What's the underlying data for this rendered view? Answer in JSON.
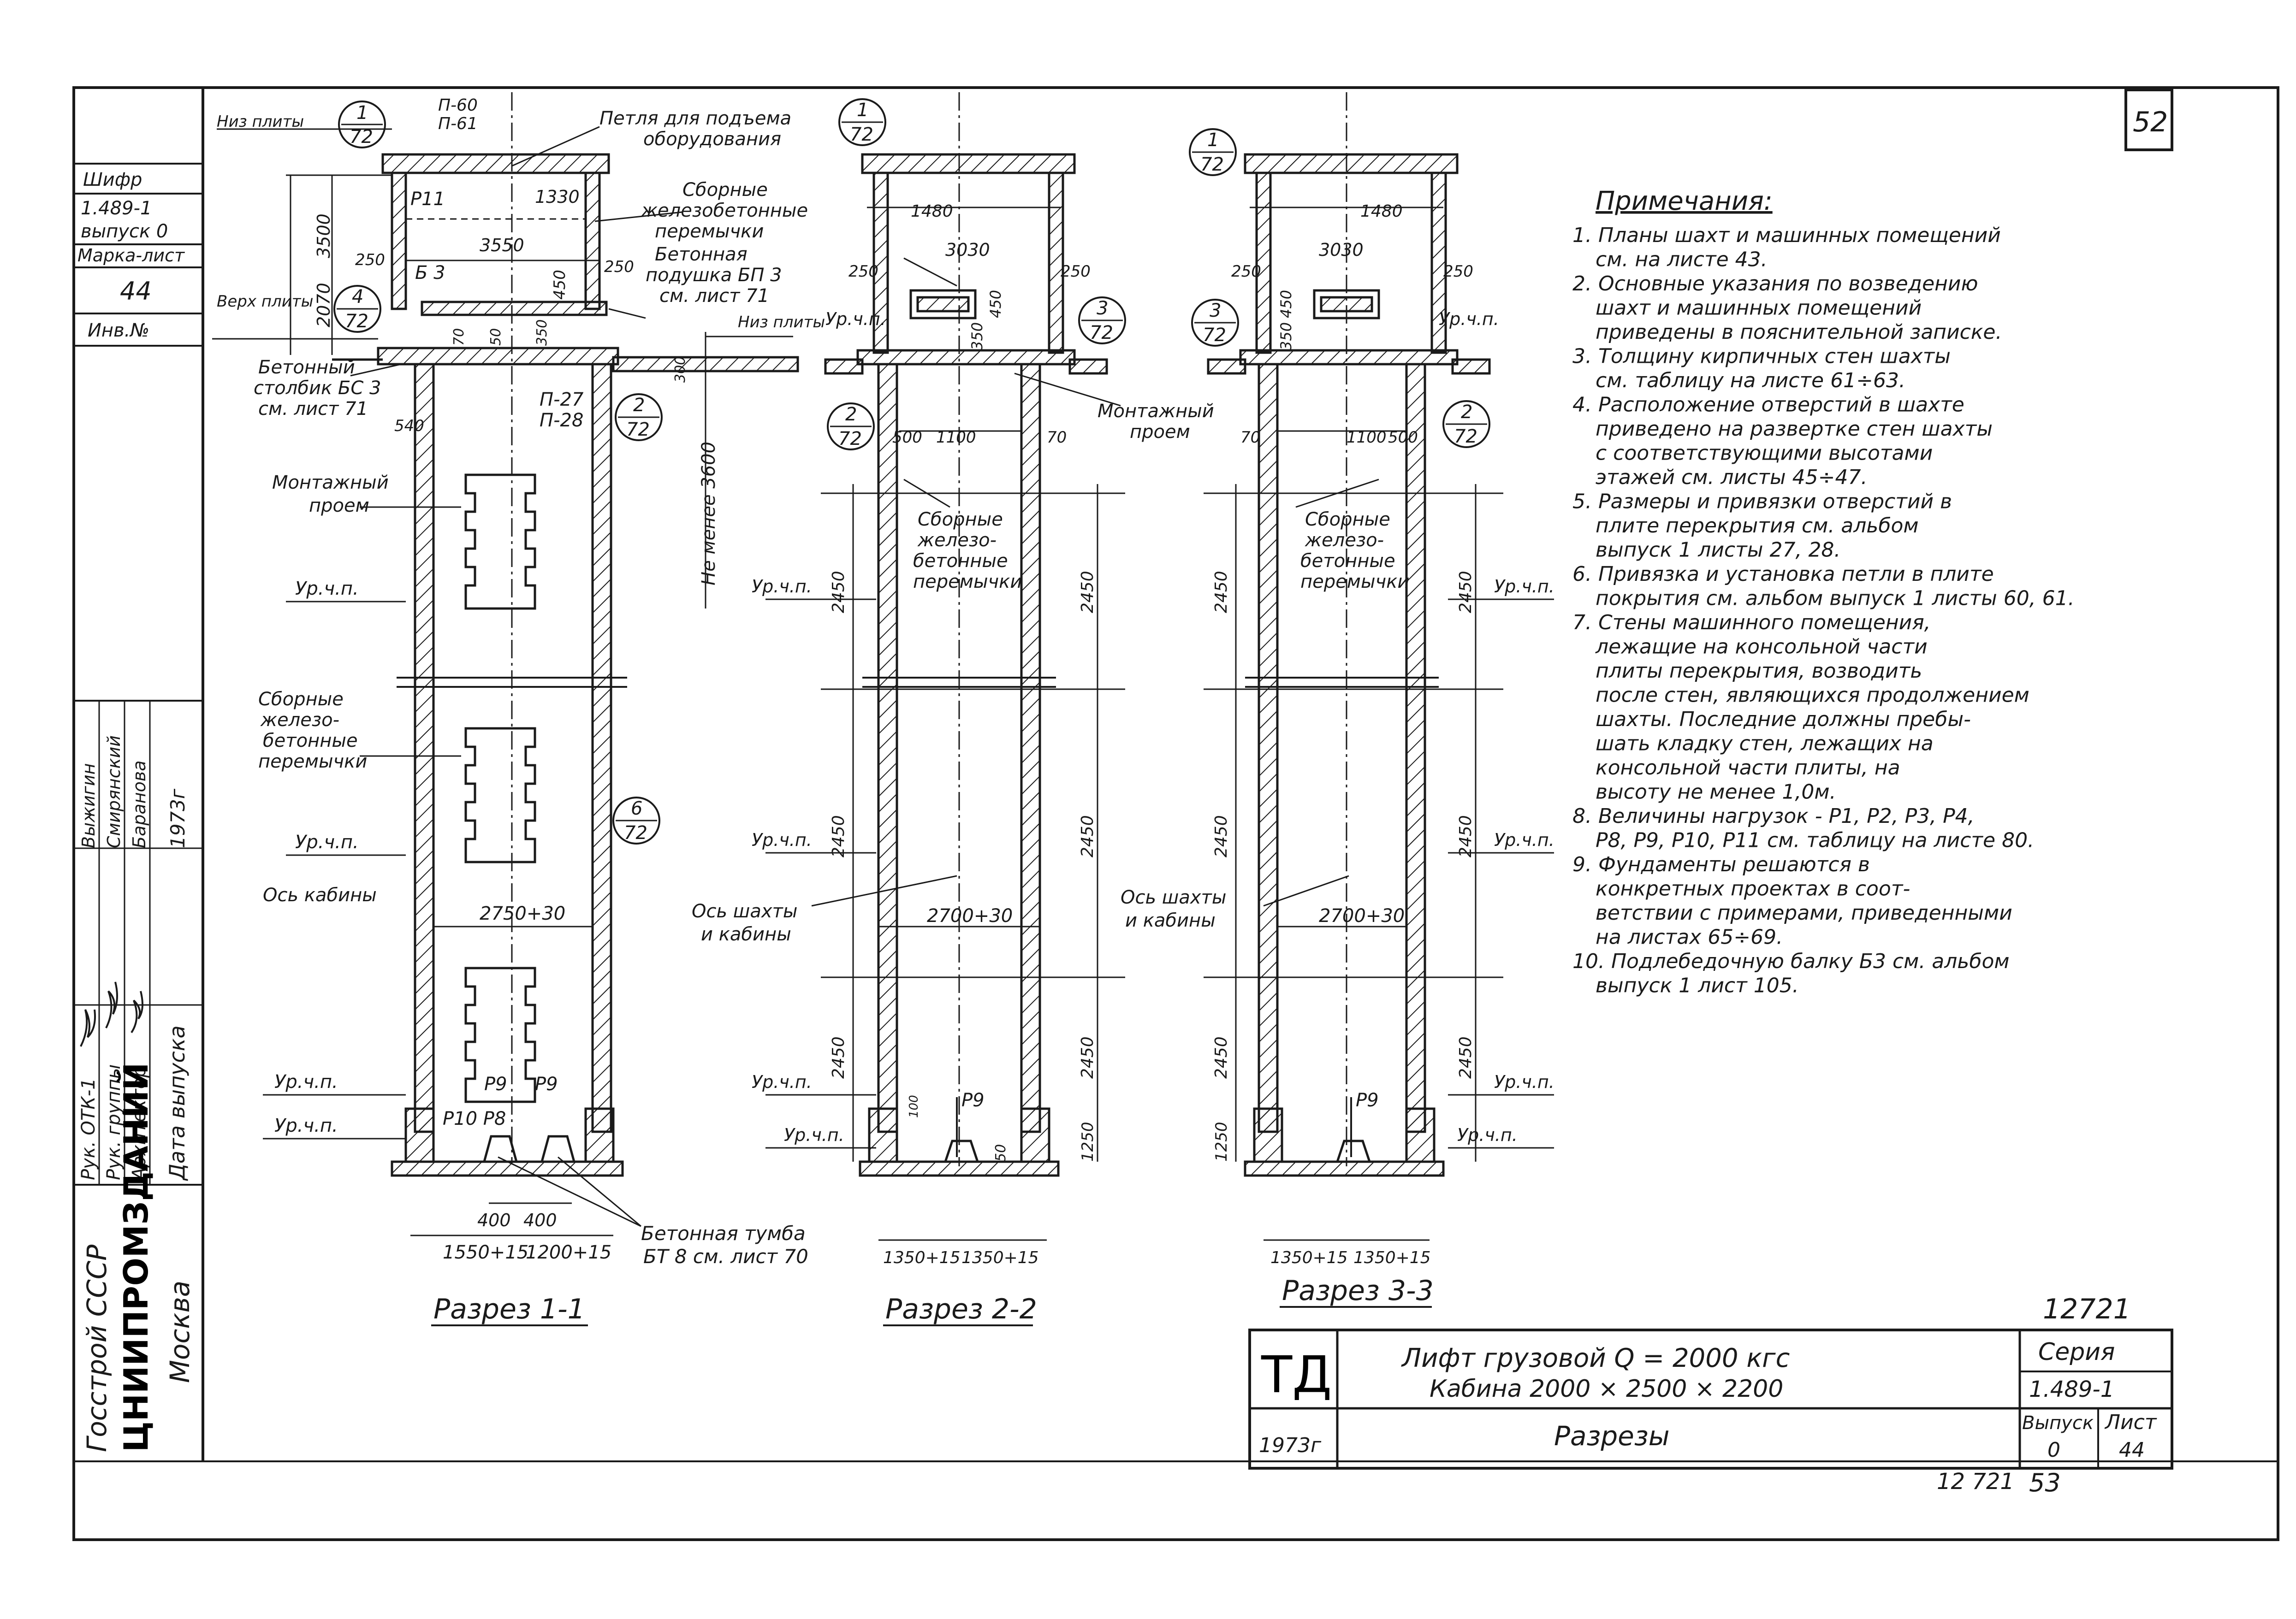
{
  "sheet_number_corner": "52",
  "stamp_left": {
    "shifr_label": "Шифр",
    "shifr_value": "1.489-1",
    "vypusk_label": "выпуск 0",
    "marka_list_label": "Марка-лист",
    "marka_list_value": "44",
    "inv_label": "Инв.№"
  },
  "signatures": {
    "rows": [
      {
        "role": "Рук. ОТК-1",
        "name": "Выжигин"
      },
      {
        "role": "Рук. группы",
        "name": "Смирянский"
      },
      {
        "role": "Архитектор",
        "name": "Баранова"
      }
    ],
    "date_label": "Дата выпуска",
    "date_value": "1973г"
  },
  "org": {
    "line1": "Госстрой СССР",
    "line2": "ЦНИИПРОМЗДАНИЙ",
    "line3": "Москва"
  },
  "notes": {
    "title": "Примечания:",
    "items": [
      "1. Планы шахт и машинных помещений",
      "см. на листе 43.",
      "2. Основные указания по возведению",
      "шахт и машинных помещений",
      "приведены в пояснительной записке.",
      "3. Толщину кирпичных стен шахты",
      "см. таблицу на листе 61÷63.",
      "4. Расположение отверстий в шахте",
      "приведено на развертке стен шахты",
      "с соответствующими высотами",
      "этажей см. листы 45÷47.",
      "5. Размеры и привязки отверстий в",
      "плите перекрытия см. альбом",
      "выпуск 1 листы 27, 28.",
      "6. Привязка и установка петли в плите",
      "покрытия см. альбом выпуск 1 листы 60, 61.",
      "7. Стены машинного помещения,",
      "лежащие на консольной части",
      "плиты перекрытия, возводить",
      "после стен, являющихся продолжением",
      "шахты. Последние должны пребы-",
      "шать кладку стен, лежащих на",
      "консольной части плиты, на",
      "высоту не менее 1,0м.",
      "8. Величины нагрузок - P1, P2, P3, P4,",
      "P8, P9, P10, P11 см. таблицу на листе 80.",
      "9. Фундаменты решаются в",
      "конкретных проектах в соот-",
      "ветствии с примерами, приведенными",
      "на листах 65÷69.",
      "10. Подлебедочную балку Б3 см. альбом",
      "выпуск 1 лист 105."
    ]
  },
  "title_block": {
    "logo": "ТД",
    "title_line1": "Лифт грузовой Q = 2000 кгс",
    "title_line2": "Кабина 2000 × 2500 × 2200",
    "year": "1973г",
    "subtitle": "Разрезы",
    "seria_label": "Серия",
    "seria_value": "1.489-1",
    "vypusk_label": "Выпуск",
    "vypusk_value": "0",
    "list_label": "Лист",
    "list_value": "44",
    "archive_top": "12721",
    "archive_bottom": "12 721",
    "archive_page": "53"
  },
  "section1": {
    "title": "Разрез 1-1",
    "labels": {
      "niz_pliti": "Низ плиты",
      "verh_pliti": "Верх плиты",
      "p60": "П-60",
      "p61": "П-61",
      "loop": "Петля для подъема",
      "loop2": "оборудования",
      "sborn1": "Сборные",
      "sborn2": "железобетонные",
      "sborn3": "перемычки",
      "podushka1": "Бетонная",
      "podushka2": "подушка БП 3",
      "podushka3": "см. лист 71",
      "niz_pliti2": "Низ плиты",
      "stolbik1": "Бетонный",
      "stolbik2": "столбик БС 3",
      "stolbik3": "см. лист 71",
      "montazh1": "Монтажный",
      "montazh2": "проем",
      "p27": "П-27",
      "p28": "П-28",
      "ne_menee": "Не менее 3600",
      "urchp": "Ур.ч.п.",
      "sb_a": "Сборные",
      "sb_b": "железо-",
      "sb_c": "бетонные",
      "sb_d": "перемычки",
      "os_kab": "Ось кабины",
      "b3": "Б 3",
      "p11": "P11",
      "p9": "P9",
      "p10p8": "P10 P8",
      "tumba1": "Бетонная тумба",
      "tumba2": "БТ 8 см. лист 70"
    },
    "dims": {
      "d3500": "3500",
      "d2070": "2070",
      "d1330": "1330",
      "d3550": "3550",
      "d250a": "250",
      "d250b": "250",
      "d450": "450",
      "d70": "70",
      "d50": "50",
      "d350": "350",
      "d300": "300",
      "d540": "540",
      "d2750": "2750+30",
      "d400a": "400",
      "d400b": "400",
      "d1550": "1550+15",
      "d1200": "1200+15"
    },
    "callouts": [
      {
        "num": "1",
        "den": "72"
      },
      {
        "num": "4",
        "den": "72"
      },
      {
        "num": "2",
        "den": "72"
      },
      {
        "num": "6",
        "den": "72"
      }
    ]
  },
  "section2": {
    "title": "Разрез 2-2",
    "labels": {
      "urchp": "Ур.ч.п.",
      "sb1": "Сборные",
      "sb2": "железо-",
      "sb3": "бетонные",
      "sb4": "перемычки",
      "montazh1": "Монтажный",
      "montazh2": "проем",
      "os1": "Ось шахты",
      "os2": "и кабины",
      "p9": "P9"
    },
    "dims": {
      "d1480": "1480",
      "d3030": "3030",
      "d250a": "250",
      "d250b": "250",
      "d450": "450",
      "d350": "350",
      "d500": "500",
      "d1100": "1100",
      "d70": "70",
      "d2450": "2450",
      "d2700": "2700+30",
      "d1250": "1250",
      "d50": "50",
      "d100": "100",
      "d1350a": "1350+15",
      "d1350b": "1350+15"
    },
    "callouts": [
      {
        "num": "1",
        "den": "72"
      },
      {
        "num": "3",
        "den": "72"
      },
      {
        "num": "2",
        "den": "72"
      }
    ]
  },
  "section3": {
    "title": "Разрез 3-3",
    "labels": {
      "urchp": "Ур.ч.п.",
      "sb1": "Сборные",
      "sb2": "железо-",
      "sb3": "бетонные",
      "sb4": "перемычки",
      "os1": "Ось шахты",
      "os2": "и кабины",
      "p9": "P9"
    },
    "dims": {
      "d1480": "1480",
      "d3030": "3030",
      "d250a": "250",
      "d250b": "250",
      "d450": "450",
      "d350": "350",
      "d500": "500",
      "d1100": "1100",
      "d70": "70",
      "d2450": "2450",
      "d2700": "2700+30",
      "d1250": "1250",
      "d1350a": "1350+15",
      "d1350b": "1350+15"
    },
    "callouts": [
      {
        "num": "1",
        "den": "72"
      },
      {
        "num": "3",
        "den": "72"
      },
      {
        "num": "2",
        "den": "72"
      }
    ]
  }
}
